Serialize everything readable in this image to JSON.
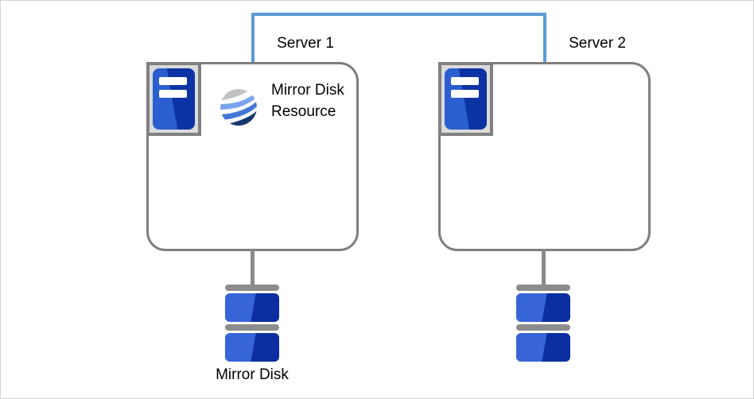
{
  "labels": {
    "server1": "Server 1",
    "server2": "Server 2",
    "resource": "Mirror Disk Resource",
    "disk": "Mirror Disk"
  },
  "icons": {
    "server_tower": "server-tower-icon",
    "resource_globe": "mirror-disk-resource-icon",
    "disk_stack": "disk-stack-icon"
  },
  "colors": {
    "interconnect_blue": "#5b9bd5",
    "box_outline_gray": "#7f7f7f",
    "hardware_gray": "#8a8a8a",
    "tower_blue_light": "#2b5fd0",
    "tower_blue_dark": "#0c33a3",
    "disk_blue_light": "#3765d8",
    "disk_blue_dark": "#0b2fa0",
    "globe_gray": "#c2c2c2",
    "globe_blue_light": "#7aa4ec",
    "globe_blue_mid": "#4377d6",
    "globe_navy": "#16386f"
  }
}
